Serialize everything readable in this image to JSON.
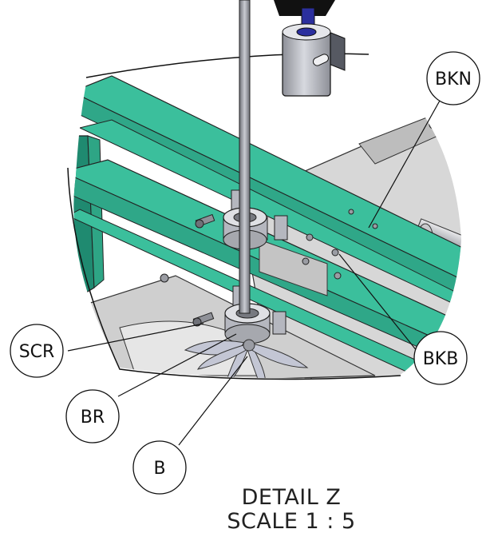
{
  "detail": {
    "title": "DETAIL Z",
    "scale": "SCALE 1 : 5"
  },
  "callouts": {
    "bkn": "BKN",
    "bkb": "BKB",
    "scr": "SCR",
    "br": "BR",
    "b": "B"
  },
  "colors": {
    "beam": "#3bbf9c",
    "beam_dark": "#1f8a70",
    "panel": "#d9d9d9",
    "metal": "#b5b7bf",
    "motor_shaft": "#2b2f9e"
  }
}
